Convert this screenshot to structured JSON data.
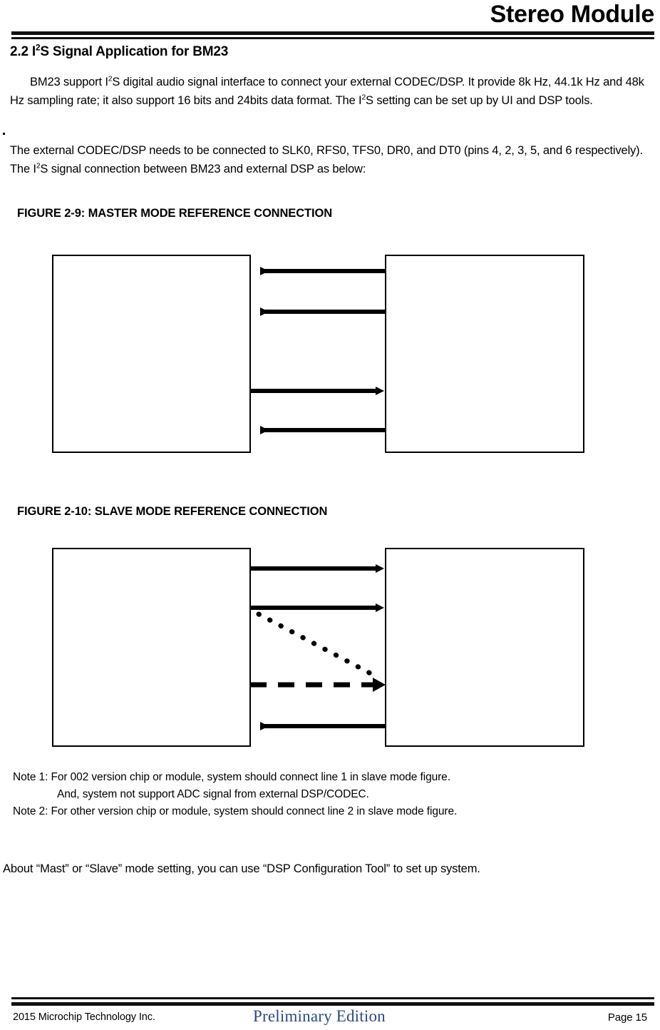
{
  "header": {
    "title": "Stereo Module"
  },
  "section": {
    "number": "2.2",
    "title_pre": "I",
    "title_sup": "2",
    "title_post": "S Signal Application for BM23",
    "full_title": "2.2 I2S Signal Application for BM23"
  },
  "body": {
    "intro_part1": "BM23 support I",
    "intro_sup1": "2",
    "intro_part2": "S digital audio signal interface to connect your external CODEC/DSP. It provide 8k Hz, 44.1k Hz and 48k Hz sampling rate; it also support 16 bits and 24bits data format. The I",
    "intro_sup2": "2",
    "intro_part3": "S setting can be set up by UI and DSP tools.",
    "external_part1": "The external CODEC/DSP needs to be connected to SLK0, RFS0, TFS0, DR0, and DT0 (pins 4, 2, 3, 5, and 6 respectively). The I",
    "external_sup": "2",
    "external_part2": "S signal connection between BM23 and external DSP as below:",
    "closing": "About “Mast” or “Slave” mode setting, you can use “DSP Configuration Tool” to set up system."
  },
  "figures": [
    {
      "id": "figure-2-9",
      "caption": "FIGURE 2-9: MASTER MODE REFERENCE CONNECTION",
      "left_box_label": "",
      "right_box_label": "",
      "connections": [
        {
          "name": "connection-1",
          "direction": "left",
          "style": "solid"
        },
        {
          "name": "connection-2",
          "direction": "left",
          "style": "solid"
        },
        {
          "name": "connection-3",
          "direction": "right",
          "style": "solid"
        },
        {
          "name": "connection-4",
          "direction": "left",
          "style": "solid"
        }
      ]
    },
    {
      "id": "figure-2-10",
      "caption": "FIGURE 2-10: SLAVE MODE REFERENCE CONNECTION",
      "left_box_label": "",
      "right_box_label": "",
      "connections": [
        {
          "name": "connection-1",
          "direction": "right",
          "style": "solid"
        },
        {
          "name": "connection-2",
          "direction": "right",
          "style": "solid"
        },
        {
          "name": "connection-line-1",
          "direction": "right",
          "style": "dotted"
        },
        {
          "name": "connection-line-2",
          "direction": "right",
          "style": "dashed"
        },
        {
          "name": "connection-4",
          "direction": "left",
          "style": "solid"
        }
      ]
    }
  ],
  "notes": [
    "Note 1: For 002 version chip or module, system should connect line 1 in slave mode figure.",
    "And, system not support ADC signal from external DSP/CODEC.",
    "Note 2: For other version chip or module, system should connect line 2 in slave mode figure."
  ],
  "footer": {
    "copyright": "2015 Microchip Technology Inc.",
    "edition": "Preliminary Edition",
    "page": "Page 15",
    "edition_color": "#2a4a7f"
  }
}
